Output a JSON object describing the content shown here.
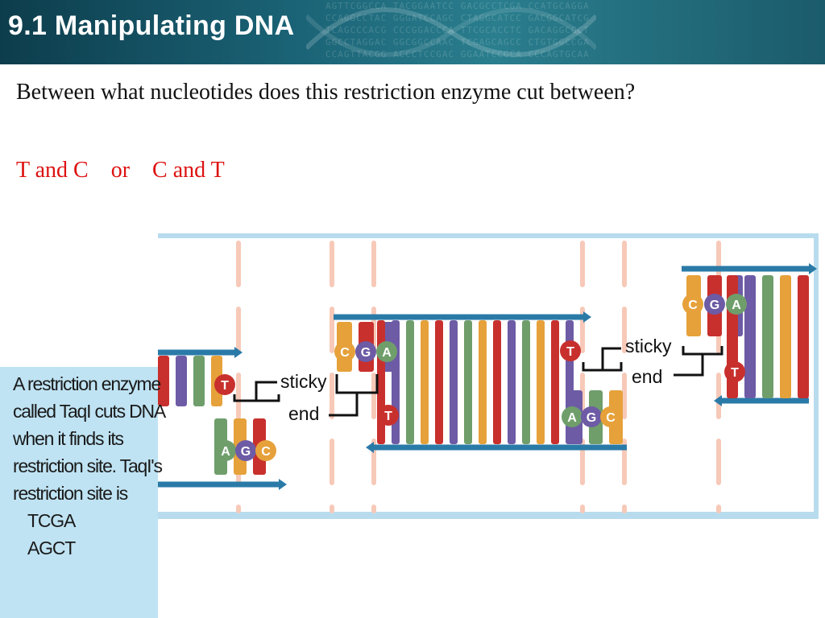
{
  "slide": {
    "title": "9.1 Manipulating DNA",
    "question": "Between what nucleotides does this restriction enzyme cut between?",
    "answer": {
      "option_a": "T and C",
      "separator": "or",
      "option_b": "C and T"
    }
  },
  "figure": {
    "sticky_label_1": "sticky",
    "end_label_1": "end",
    "sticky_label_2": "sticky",
    "end_label_2": "end",
    "left_fragment": {
      "top_letters": [
        "T"
      ],
      "bottom_letters": [
        "A",
        "G",
        "C"
      ]
    },
    "middle_fragment": {
      "top_left_letters": [
        "C",
        "G",
        "A"
      ],
      "bottom_left_letters": [
        "T"
      ],
      "top_right_letters": [
        "T"
      ],
      "bottom_right_letters": [
        "A",
        "G",
        "C"
      ]
    },
    "right_fragment": {
      "top_letters": [
        "C",
        "G",
        "A"
      ],
      "bottom_letters": [
        "T"
      ]
    },
    "colors": {
      "red": "#c8302d",
      "purple": "#6d5ba5",
      "green": "#6f9e6b",
      "orange": "#e6a13a",
      "backbone": "#2a7aa8",
      "cut_line": "#f7c9b8",
      "frame": "#b8dcee"
    }
  },
  "infobox": {
    "lines": [
      "A restriction enzyme",
      "called TaqI cuts DNA",
      "when it finds its",
      "restriction site. TaqI's",
      "restriction site is"
    ],
    "site_top": "TCGA",
    "site_bottom": "AGCT"
  }
}
